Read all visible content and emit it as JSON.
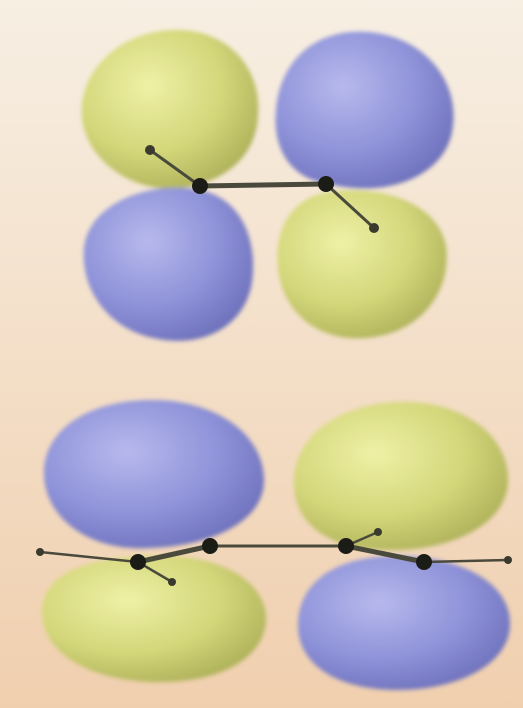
{
  "colors": {
    "background_top": "#f7efe3",
    "background_bottom": "#f0cfae",
    "lobe_yellow": "#d4d77a",
    "lobe_blue": "#8f93d9",
    "bond": "#4a4a3c",
    "atom": "#1c1c16"
  },
  "figures": [
    {
      "id": "top-orbital",
      "lobes": [
        {
          "name": "top-left-lobe",
          "phase": "yellow"
        },
        {
          "name": "top-right-lobe",
          "phase": "blue"
        },
        {
          "name": "bottom-left-lobe",
          "phase": "blue"
        },
        {
          "name": "bottom-right-lobe",
          "phase": "yellow"
        }
      ],
      "atoms": 2,
      "hydrogens": 2
    },
    {
      "id": "bottom-orbital",
      "lobes": [
        {
          "name": "top-left-lobe",
          "phase": "blue"
        },
        {
          "name": "top-right-lobe",
          "phase": "yellow"
        },
        {
          "name": "bottom-left-lobe",
          "phase": "yellow"
        },
        {
          "name": "bottom-right-lobe",
          "phase": "blue"
        }
      ],
      "atoms": 4,
      "hydrogens": 4
    }
  ]
}
